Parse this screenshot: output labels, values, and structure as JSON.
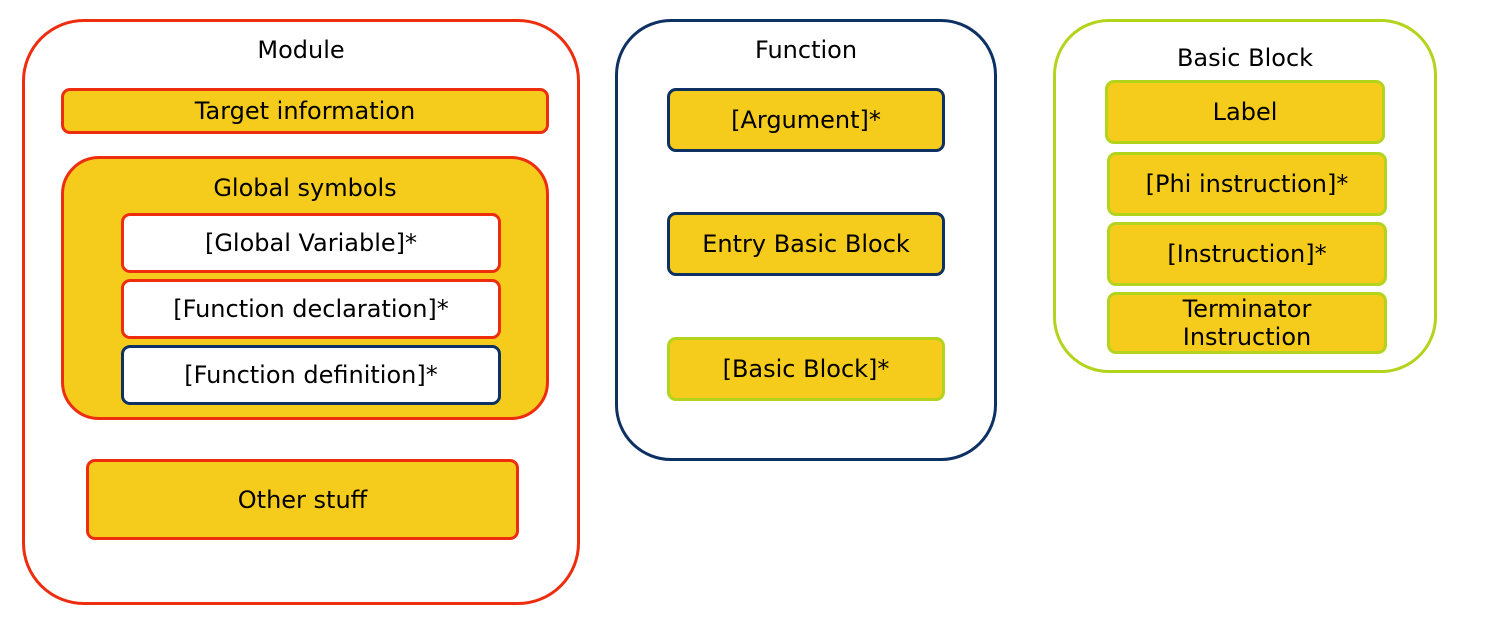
{
  "colors": {
    "red": "#ee2d0f",
    "navy": "#0e3163",
    "lime": "#b3d41d",
    "yellow": "#f5cb1c"
  },
  "module": {
    "title": "Module",
    "target_info": "Target information",
    "global_symbols": {
      "title": "Global symbols",
      "items": [
        "[Global Variable]*",
        "[Function declaration]*",
        "[Function definition]*"
      ]
    },
    "other": "Other stuff"
  },
  "function": {
    "title": "Function",
    "items": [
      "[Argument]*",
      "Entry Basic Block",
      "[Basic Block]*"
    ]
  },
  "basic_block": {
    "title": "Basic Block",
    "items": [
      "Label",
      "[Phi instruction]*",
      "[Instruction]*",
      "Terminator Instruction"
    ]
  }
}
